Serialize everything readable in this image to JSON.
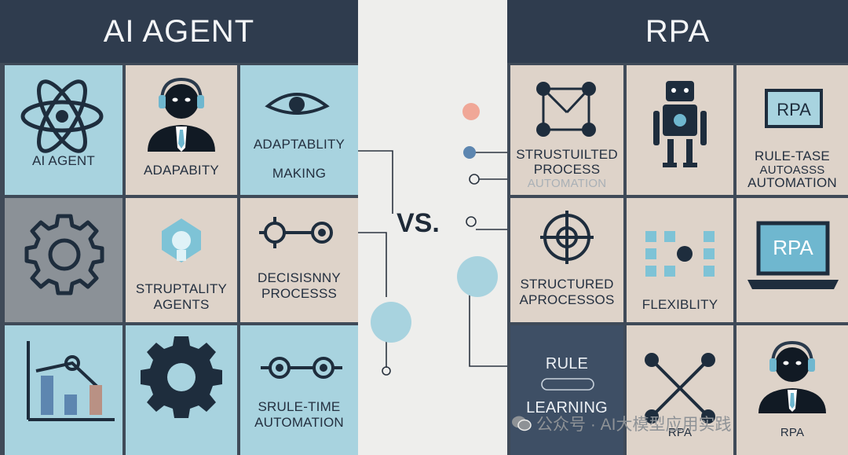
{
  "left": {
    "header": "AI AGENT",
    "cells": [
      {
        "lines": [
          "AI AGENT"
        ],
        "icon": "atom-icon"
      },
      {
        "lines": [
          "ADAPABITY"
        ],
        "icon": "person-headset-icon"
      },
      {
        "lines": [
          "ADAPTABLITY",
          "MAKING"
        ],
        "icon": "eye-icon"
      },
      {
        "lines": [],
        "icon": "gear-icon"
      },
      {
        "lines": [
          "STRUPTALITY",
          "AGENTS"
        ],
        "icon": "lightbulb-icon"
      },
      {
        "lines": [
          "DECISISNNY",
          "PROCESSS"
        ],
        "icon": "decision-flow-icon"
      },
      {
        "lines": [],
        "icon": "bar-chart-icon"
      },
      {
        "lines": [],
        "icon": "gear-icon"
      },
      {
        "lines": [
          "SRULE-TIME",
          "AUTOMATION"
        ],
        "icon": "decision-flow-icon"
      }
    ]
  },
  "vs": "VS.",
  "right": {
    "header": "RPA",
    "cells": [
      {
        "lines": [
          "STRUSTUILTED",
          "PROCESS",
          "AUTOMATION"
        ],
        "icon": "network-icon"
      },
      {
        "lines": [],
        "icon": "robot-icon"
      },
      {
        "lines": [
          "RULE-TASE",
          "AUTOASSS",
          "AUTOMATION"
        ],
        "icon": "rpa-screen-icon",
        "badge": "RPA"
      },
      {
        "lines": [
          "STRUCTURED",
          "APROCESSOS"
        ],
        "icon": "crosshair-icon"
      },
      {
        "lines": [
          "FLEXIBLITY"
        ],
        "icon": "grid-icon"
      },
      {
        "lines": [],
        "icon": "laptop-icon",
        "badge": "RPA"
      },
      {
        "lines": [
          "RULE",
          "LEARNING"
        ],
        "icon": "scroll-icon"
      },
      {
        "lines": [
          "RPA"
        ],
        "icon": "network-x-icon"
      },
      {
        "lines": [
          "RPA"
        ],
        "icon": "person-headset-icon"
      }
    ]
  },
  "watermark": "公众号 · AI大模型应用实践",
  "colors": {
    "header": "#2f3c4e",
    "light_blue": "#a8d3df",
    "beige": "#ded3c9",
    "slate": "#8b9197",
    "navy_cell": "#3e4f65",
    "icon_dark": "#1e2d3d",
    "accent_blue": "#6fb7cf",
    "accent_pink": "#f0a797"
  }
}
